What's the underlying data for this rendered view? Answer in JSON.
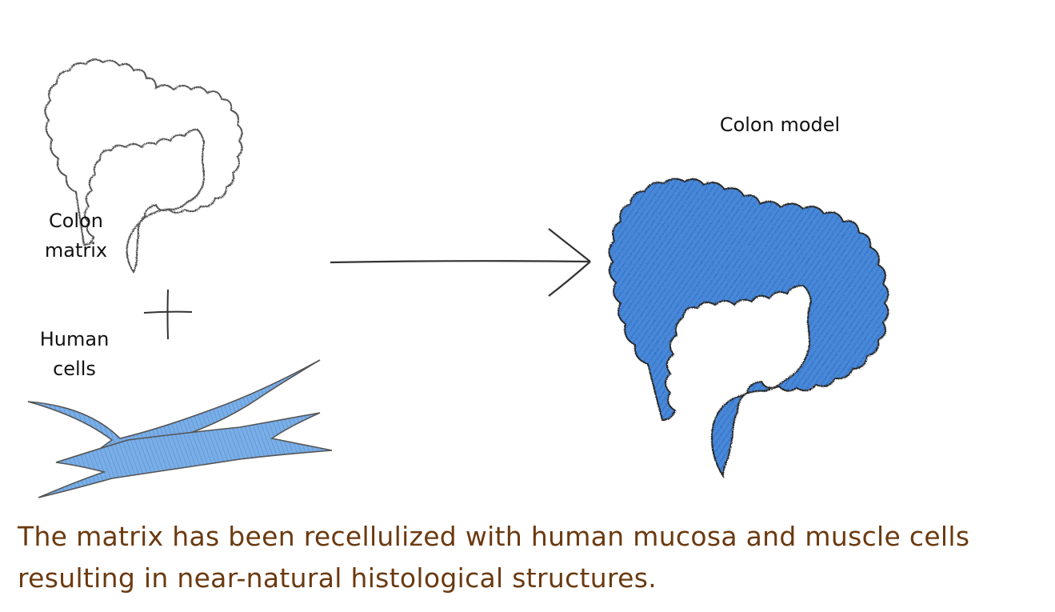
{
  "labels": {
    "colon_matrix_line1": "Colon",
    "colon_matrix_line2": "matrix",
    "human_cells_line1": "Human",
    "human_cells_line2": "cells",
    "colon_model": "Colon model"
  },
  "caption": {
    "line1": "The matrix has been recellulized with human mucosa and muscle cells",
    "line2": "resulting in near-natural histological structures."
  },
  "colors": {
    "caption": "#6b3a10",
    "cell_blue": "#5b93d6",
    "model_blue": "#3c7ed4",
    "outline": "#333333"
  },
  "icons": {
    "plus": "plus-icon",
    "arrow": "arrow-right-icon"
  }
}
